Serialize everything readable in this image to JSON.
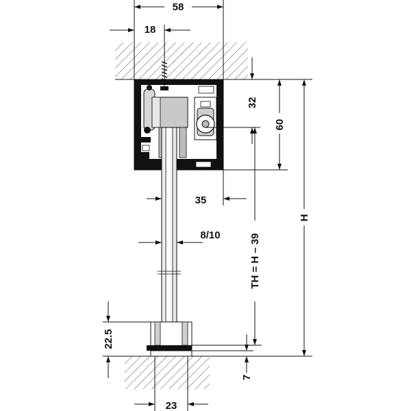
{
  "figure": {
    "dimensions": {
      "width_total": "58",
      "offset_top": "18",
      "profile_height": "32",
      "profile_height_total": "60",
      "profile_depth": "35",
      "panel_thickness": "8/10",
      "door_height_formula": "TH = H – 39",
      "overall_height": "H",
      "guide_height": "22.5",
      "floor_recess": "7",
      "guide_width": "23"
    }
  }
}
